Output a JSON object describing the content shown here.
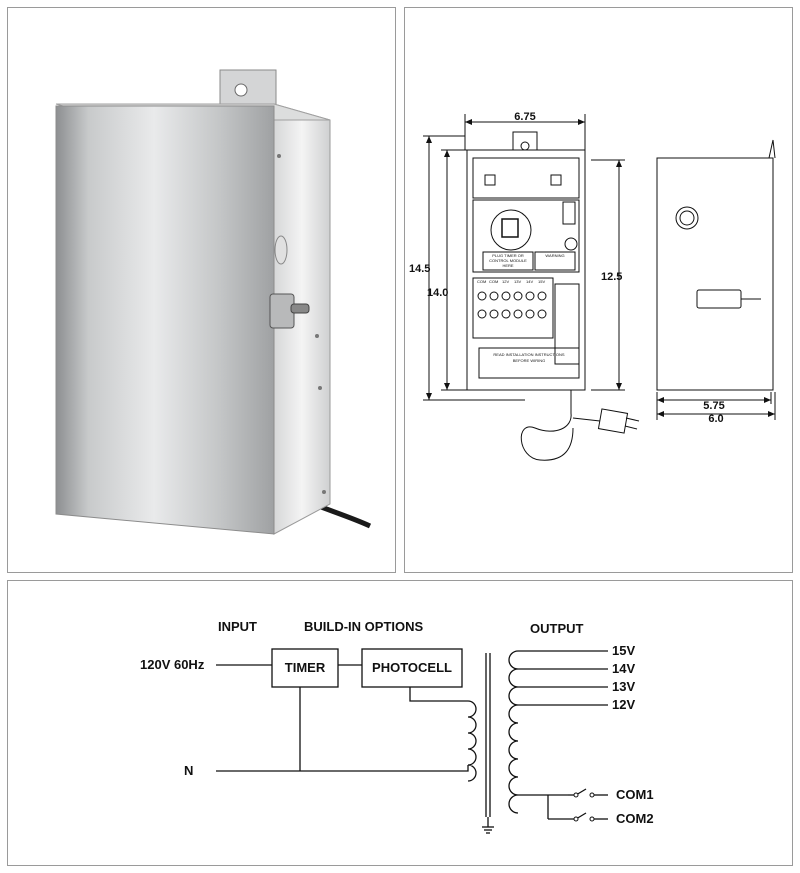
{
  "drawing": {
    "width_top": "6.75",
    "height_outer": "14.5",
    "height_body": "14.0",
    "height_right": "12.5",
    "depth_inner": "5.75",
    "depth_outer": "6.0",
    "plug_label_1": "PLUG TIMER OR",
    "plug_label_2": "CONTROL MODULE",
    "plug_label_3": "HERE",
    "warning": "WARNING",
    "terminals": [
      "COM",
      "COM",
      "12V",
      "13V",
      "14V",
      "15V"
    ],
    "read_instr_1": "READ INSTALLATION INSTRUCTIONS",
    "read_instr_2": "BEFORE WIRING"
  },
  "wiring": {
    "input_heading": "INPUT",
    "options_heading": "BUILD-IN OPTIONS",
    "output_heading": "OUTPUT",
    "input_voltage": "120V 60Hz",
    "neutral": "N",
    "timer": "TIMER",
    "photocell": "PHOTOCELL",
    "taps": [
      "15V",
      "14V",
      "13V",
      "12V"
    ],
    "com1": "COM1",
    "com2": "COM2"
  },
  "colors": {
    "border": "#9a9a9a",
    "line": "#111111",
    "steel": "#c9c9c9"
  }
}
